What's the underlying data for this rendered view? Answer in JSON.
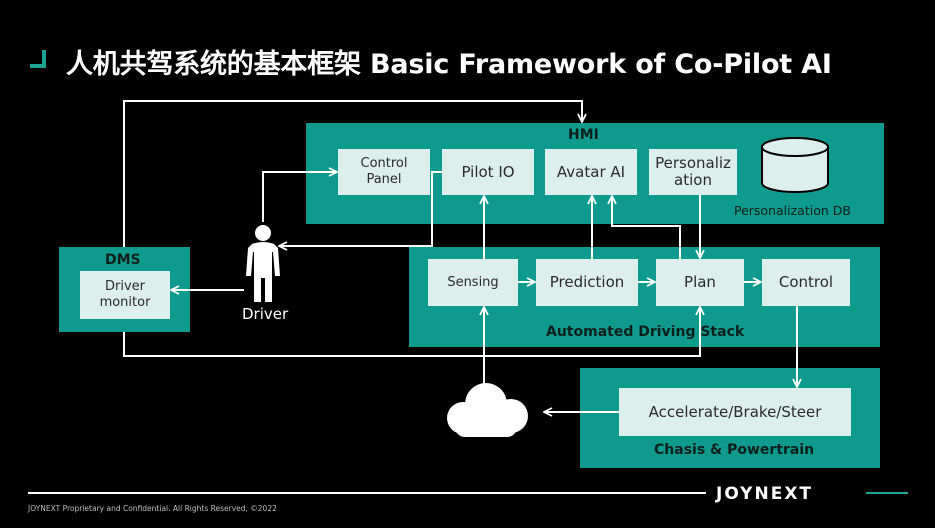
{
  "title": "人机共驾系统的基本框架 Basic Framework of Co-Pilot AI",
  "hmi": {
    "label": "HMI",
    "control_panel": "Control Panel",
    "pilot_io": "Pilot IO",
    "avatar_ai": "Avatar AI",
    "personalization": "Personalization",
    "db_label": "Personalization DB"
  },
  "dms": {
    "label": "DMS",
    "driver_monitor": "Driver monitor"
  },
  "driver": {
    "label": "Driver"
  },
  "ads": {
    "label": "Automated Driving Stack",
    "sensing": "Sensing",
    "prediction": "Prediction",
    "plan": "Plan",
    "control": "Control"
  },
  "chassis": {
    "label": "Chasis & Powertrain",
    "actuate": "Accelerate/Brake/Steer"
  },
  "footer": {
    "text": "JOYNEXT Proprietary and Confidential. All Rights Reserved, ©2022",
    "logo": "JOYNEXT"
  },
  "colors": {
    "panel": "#0e9a8c",
    "box": "#dcefec",
    "accent": "#1aa593",
    "background": "#000000"
  },
  "icons": [
    "cloud-icon",
    "person-icon",
    "database-icon"
  ]
}
